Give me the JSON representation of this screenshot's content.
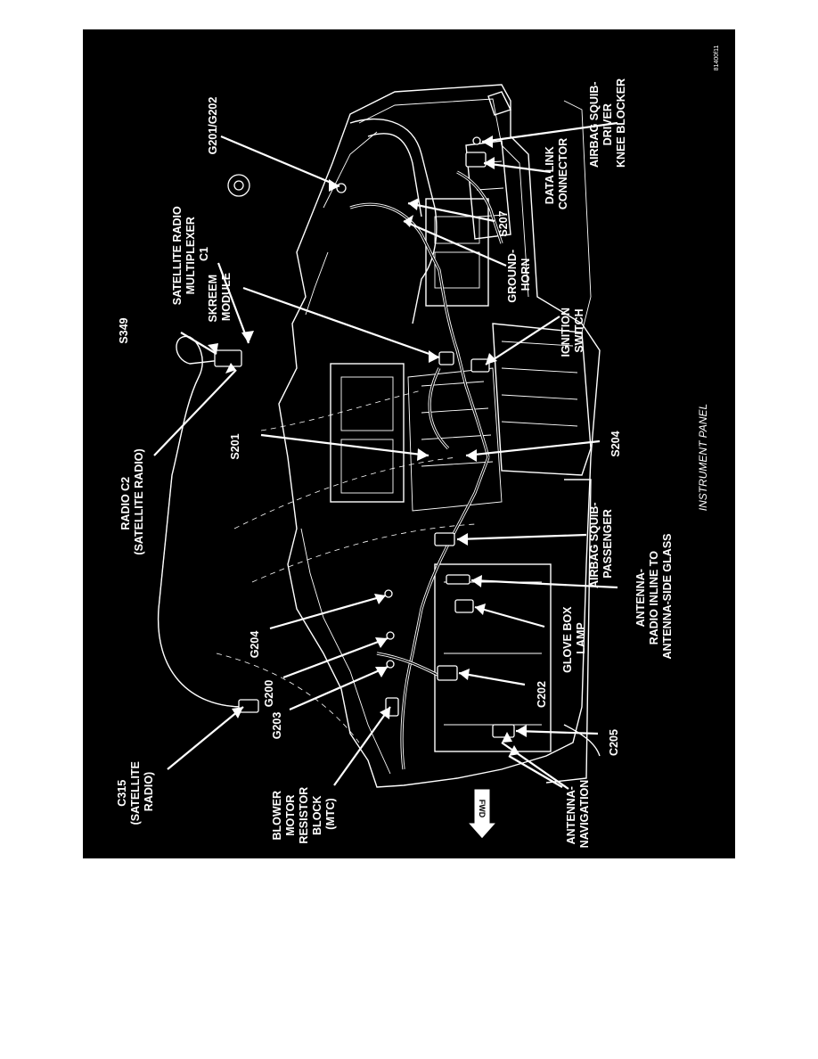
{
  "figure": {
    "code": "81400f11",
    "caption": "INSTRUMENT PANEL",
    "fwd_label": "FWD"
  },
  "labels": [
    {
      "name": "label-satellite-radio-multiplexer-c1",
      "lines": [
        "SATELLITE RADIO",
        "MULTIPLEXER",
        "C1"
      ]
    },
    {
      "name": "label-s349",
      "lines": [
        "S349"
      ]
    },
    {
      "name": "label-radio-c2",
      "lines": [
        "RADIO C2",
        "(SATELLITE RADIO)"
      ]
    },
    {
      "name": "label-skreem-module",
      "lines": [
        "SKREEM",
        "MODULE"
      ]
    },
    {
      "name": "label-g201-g202",
      "lines": [
        "G201/G202"
      ]
    },
    {
      "name": "label-airbag-squib-driver",
      "lines": [
        "AIRBAG SQUIB-",
        "DRIVER",
        "KNEE BLOCKER"
      ]
    },
    {
      "name": "label-data-link-connector",
      "lines": [
        "DATA LINK",
        "CONNECTOR"
      ]
    },
    {
      "name": "label-s207",
      "lines": [
        "S207"
      ]
    },
    {
      "name": "label-ground-horn",
      "lines": [
        "GROUND-",
        "HORN"
      ]
    },
    {
      "name": "label-ignition-switch",
      "lines": [
        "IGNITION",
        "SWITCH"
      ]
    },
    {
      "name": "label-s201",
      "lines": [
        "S201"
      ]
    },
    {
      "name": "label-s204",
      "lines": [
        "S204"
      ]
    },
    {
      "name": "label-airbag-squib-passenger",
      "lines": [
        "AIRBAG SQUIB-",
        "PASSENGER"
      ]
    },
    {
      "name": "label-antenna-radio-inline",
      "lines": [
        "ANTENNA-",
        "RADIO INLINE TO",
        "ANTENNA-SIDE GLASS"
      ]
    },
    {
      "name": "label-glove-box-lamp",
      "lines": [
        "GLOVE BOX",
        "LAMP"
      ]
    },
    {
      "name": "label-g204",
      "lines": [
        "G204"
      ]
    },
    {
      "name": "label-g200",
      "lines": [
        "G200"
      ]
    },
    {
      "name": "label-g203",
      "lines": [
        "G203"
      ]
    },
    {
      "name": "label-c202",
      "lines": [
        "C202"
      ]
    },
    {
      "name": "label-c205",
      "lines": [
        "C205"
      ]
    },
    {
      "name": "label-c315",
      "lines": [
        "C315",
        "(SATELLITE",
        "RADIO)"
      ]
    },
    {
      "name": "label-blower-motor-resistor",
      "lines": [
        "BLOWER",
        "MOTOR",
        "RESISTOR",
        "BLOCK",
        "(MTC)"
      ]
    },
    {
      "name": "label-antenna-navigation",
      "lines": [
        "ANTENNA-",
        "NAVIGATION"
      ]
    }
  ]
}
